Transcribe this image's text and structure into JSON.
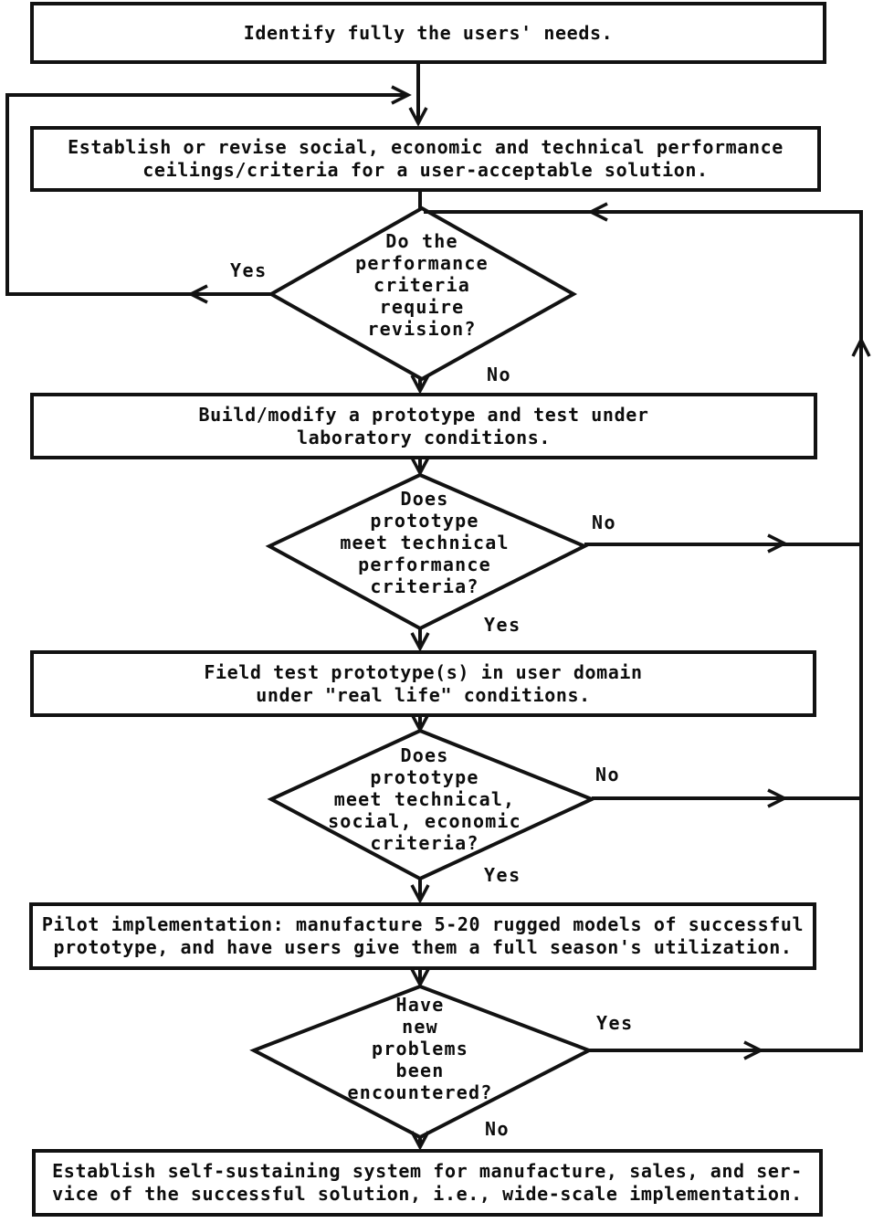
{
  "flow": {
    "boxes": [
      {
        "name": "identify-needs",
        "text": "Identify fully the users' needs."
      },
      {
        "name": "establish-criteria",
        "text": "Establish or revise social, economic and technical performance\nceilings/criteria for a user-acceptable solution."
      },
      {
        "name": "build-prototype",
        "text": "Build/modify a prototype and test under\nlaboratory conditions."
      },
      {
        "name": "field-test",
        "text": "Field test prototype(s) in user domain\nunder \"real life\" conditions."
      },
      {
        "name": "pilot-implementation",
        "text": "Pilot implementation: manufacture 5-20 rugged models of successful\nprototype, and have users give them a full season's utilization."
      },
      {
        "name": "self-sustaining-system",
        "text": "Establish self-sustaining system for manufacture, sales, and ser-\nvice of the successful solution, i.e., wide-scale implementation."
      }
    ],
    "decisions": [
      {
        "name": "performance-criteria-revision",
        "text": "Do the\nperformance\ncriteria\nrequire\nrevision?",
        "yes_label": "Yes",
        "no_label": "No"
      },
      {
        "name": "technical-performance-criteria",
        "text": "Does\nprototype\nmeet technical\nperformance\ncriteria?",
        "yes_label": "Yes",
        "no_label": "No"
      },
      {
        "name": "technical-social-economic-criteria",
        "text": "Does\nprototype\nmeet technical,\nsocial, economic\ncriteria?",
        "yes_label": "Yes",
        "no_label": "No"
      },
      {
        "name": "new-problems-encountered",
        "text": "Have\nnew\nproblems\nbeen\nencountered?",
        "yes_label": "Yes",
        "no_label": "No"
      }
    ],
    "colors": {
      "ink": "#121212",
      "paper": "#ffffff"
    }
  }
}
